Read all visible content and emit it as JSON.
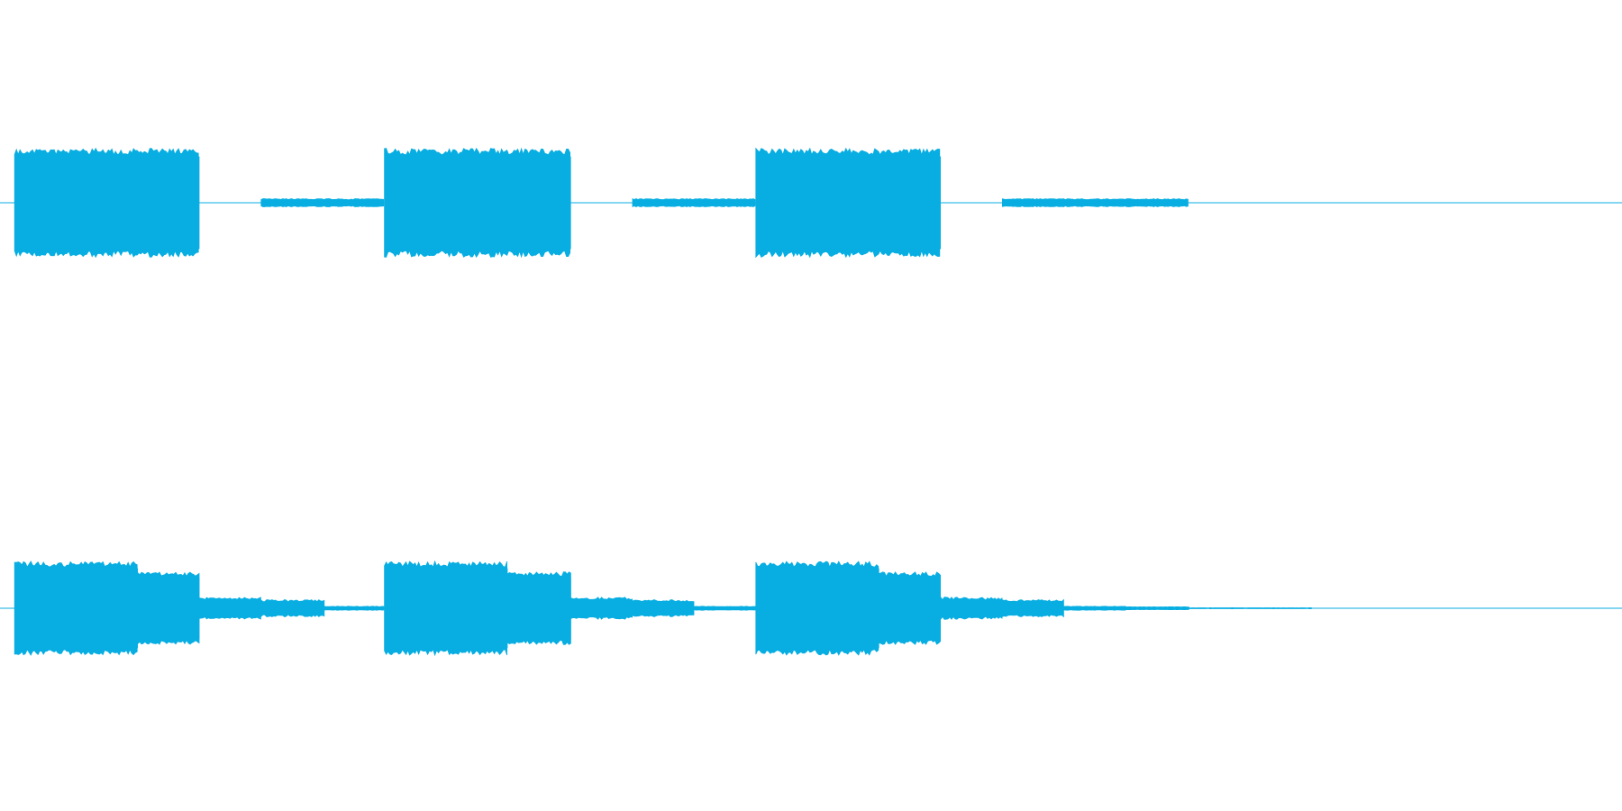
{
  "colors": {
    "background": "#ffffff",
    "waveform": "#08aee2"
  },
  "chart_data": {
    "type": "area",
    "title": "",
    "xlabel": "",
    "ylabel": "",
    "grid": false,
    "legend": "none",
    "ylim": [
      -1,
      1
    ],
    "x_unit": "normalized time",
    "series": [
      {
        "channel_index": 1,
        "envelope": [
          {
            "t0": 0.009,
            "t1": 0.123,
            "amp": 0.93
          },
          {
            "t0": 0.123,
            "t1": 0.161,
            "amp": 0.0
          },
          {
            "t0": 0.161,
            "t1": 0.237,
            "amp": 0.07
          },
          {
            "t0": 0.237,
            "t1": 0.352,
            "amp": 0.93
          },
          {
            "t0": 0.352,
            "t1": 0.39,
            "amp": 0.0
          },
          {
            "t0": 0.39,
            "t1": 0.466,
            "amp": 0.07
          },
          {
            "t0": 0.466,
            "t1": 0.58,
            "amp": 0.93
          },
          {
            "t0": 0.58,
            "t1": 0.618,
            "amp": 0.0
          },
          {
            "t0": 0.618,
            "t1": 0.733,
            "amp": 0.07
          },
          {
            "t0": 0.733,
            "t1": 1.0,
            "amp": 0.0
          }
        ]
      },
      {
        "channel_index": 2,
        "envelope": [
          {
            "t0": 0.009,
            "t1": 0.085,
            "amp": 0.93
          },
          {
            "t0": 0.085,
            "t1": 0.123,
            "amp": 0.72
          },
          {
            "t0": 0.123,
            "t1": 0.161,
            "amp": 0.22
          },
          {
            "t0": 0.161,
            "t1": 0.2,
            "amp": 0.17
          },
          {
            "t0": 0.2,
            "t1": 0.237,
            "amp": 0.04
          },
          {
            "t0": 0.237,
            "t1": 0.313,
            "amp": 0.93
          },
          {
            "t0": 0.313,
            "t1": 0.352,
            "amp": 0.72
          },
          {
            "t0": 0.352,
            "t1": 0.39,
            "amp": 0.22
          },
          {
            "t0": 0.39,
            "t1": 0.428,
            "amp": 0.17
          },
          {
            "t0": 0.428,
            "t1": 0.466,
            "amp": 0.04
          },
          {
            "t0": 0.466,
            "t1": 0.542,
            "amp": 0.93
          },
          {
            "t0": 0.542,
            "t1": 0.58,
            "amp": 0.72
          },
          {
            "t0": 0.58,
            "t1": 0.618,
            "amp": 0.22
          },
          {
            "t0": 0.618,
            "t1": 0.656,
            "amp": 0.17
          },
          {
            "t0": 0.656,
            "t1": 0.694,
            "amp": 0.04
          },
          {
            "t0": 0.694,
            "t1": 0.733,
            "amp": 0.03
          },
          {
            "t0": 0.733,
            "t1": 0.809,
            "amp": 0.01
          },
          {
            "t0": 0.809,
            "t1": 1.0,
            "amp": 0.0
          }
        ]
      }
    ]
  }
}
